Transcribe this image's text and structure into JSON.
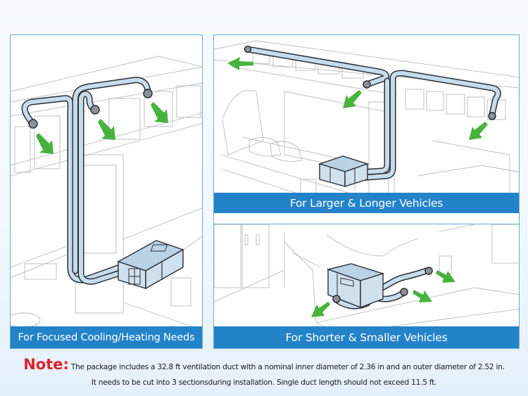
{
  "panels": [
    {
      "id": "focused",
      "caption": "For Focused Cooling/Heating Needs",
      "vent_outlets": 3
    },
    {
      "id": "larger",
      "caption": "For Larger & Longer Vehicles",
      "vent_outlets": 3
    },
    {
      "id": "shorter",
      "caption": "For Shorter & Smaller Vehicles",
      "vent_outlets": 3
    }
  ],
  "note": {
    "label": "Note:",
    "line1": "The package includes a 32.8 ft ventilation duct with a nominal inner diameter of 2.36 in and an outer diameter of 2.52 in.",
    "line2": "It needs to be cut into 3 sectionsduring installation. Single duct length should not exceed 11.5 ft."
  },
  "colors": {
    "banner": "#2383c8",
    "frame": "#6aa9d2",
    "note_label": "#e0202a",
    "airflow_arrow": "#48b33c",
    "duct_fill": "#c6dcec"
  }
}
